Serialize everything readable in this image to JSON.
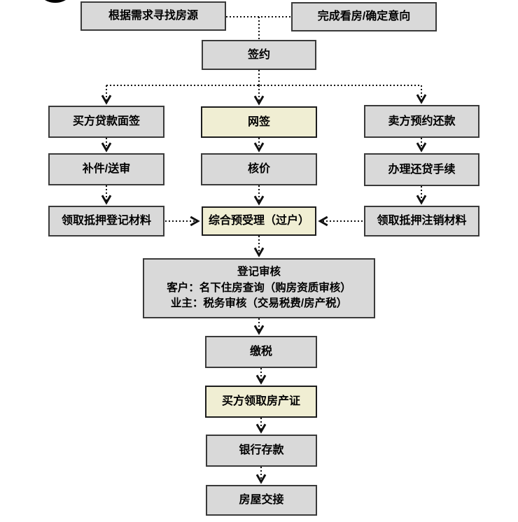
{
  "flowchart": {
    "nodes": {
      "find_housing": "根据需求寻找房源",
      "confirm_intent": "完成看房/确定意向",
      "sign_contract": "签约",
      "buyer_loan_interview": "买方贷款面签",
      "online_sign": "网签",
      "seller_repay_appointment": "卖方预约还款",
      "supplement_review": "补件/送审",
      "price_check": "核价",
      "repay_loan_procedure": "办理还贷手续",
      "get_mortgage_registration_materials": "领取抵押登记材料",
      "pre_acceptance_transfer": "综合预受理（过户）",
      "get_mortgage_cancellation_materials": "领取抵押注销材料",
      "registration_review": {
        "line1": "登记审核",
        "line2": "客户：名下住房查询（购房资质审核）",
        "line3": "业主：税务审核（交易税费/房产税）"
      },
      "pay_tax": "缴税",
      "buyer_get_certificate": "买方领取房产证",
      "bank_deposit": "银行存款",
      "house_handover": "房屋交接"
    },
    "colors": {
      "node_fill": "#d9d9d9",
      "highlight_fill": "#f0eed3",
      "node_border": "#3a3a3a",
      "connector": "#111111",
      "background": "#ffffff"
    }
  }
}
